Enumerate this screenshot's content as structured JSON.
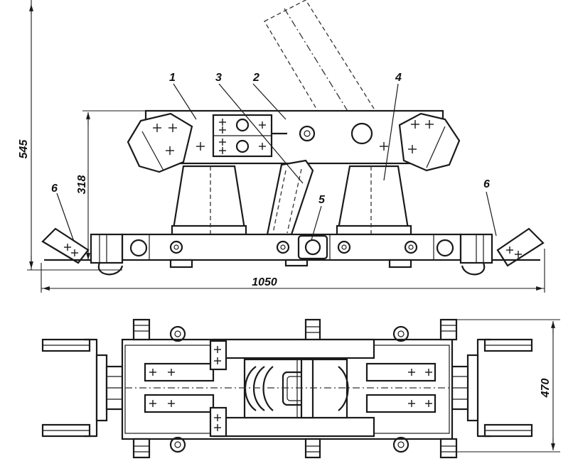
{
  "drawing": {
    "part_labels": [
      "1",
      "2",
      "3",
      "4",
      "5",
      "6",
      "6"
    ],
    "dimensions": {
      "overall_height": "545",
      "frame_height": "318",
      "overall_length": "1050",
      "width": "470"
    }
  }
}
